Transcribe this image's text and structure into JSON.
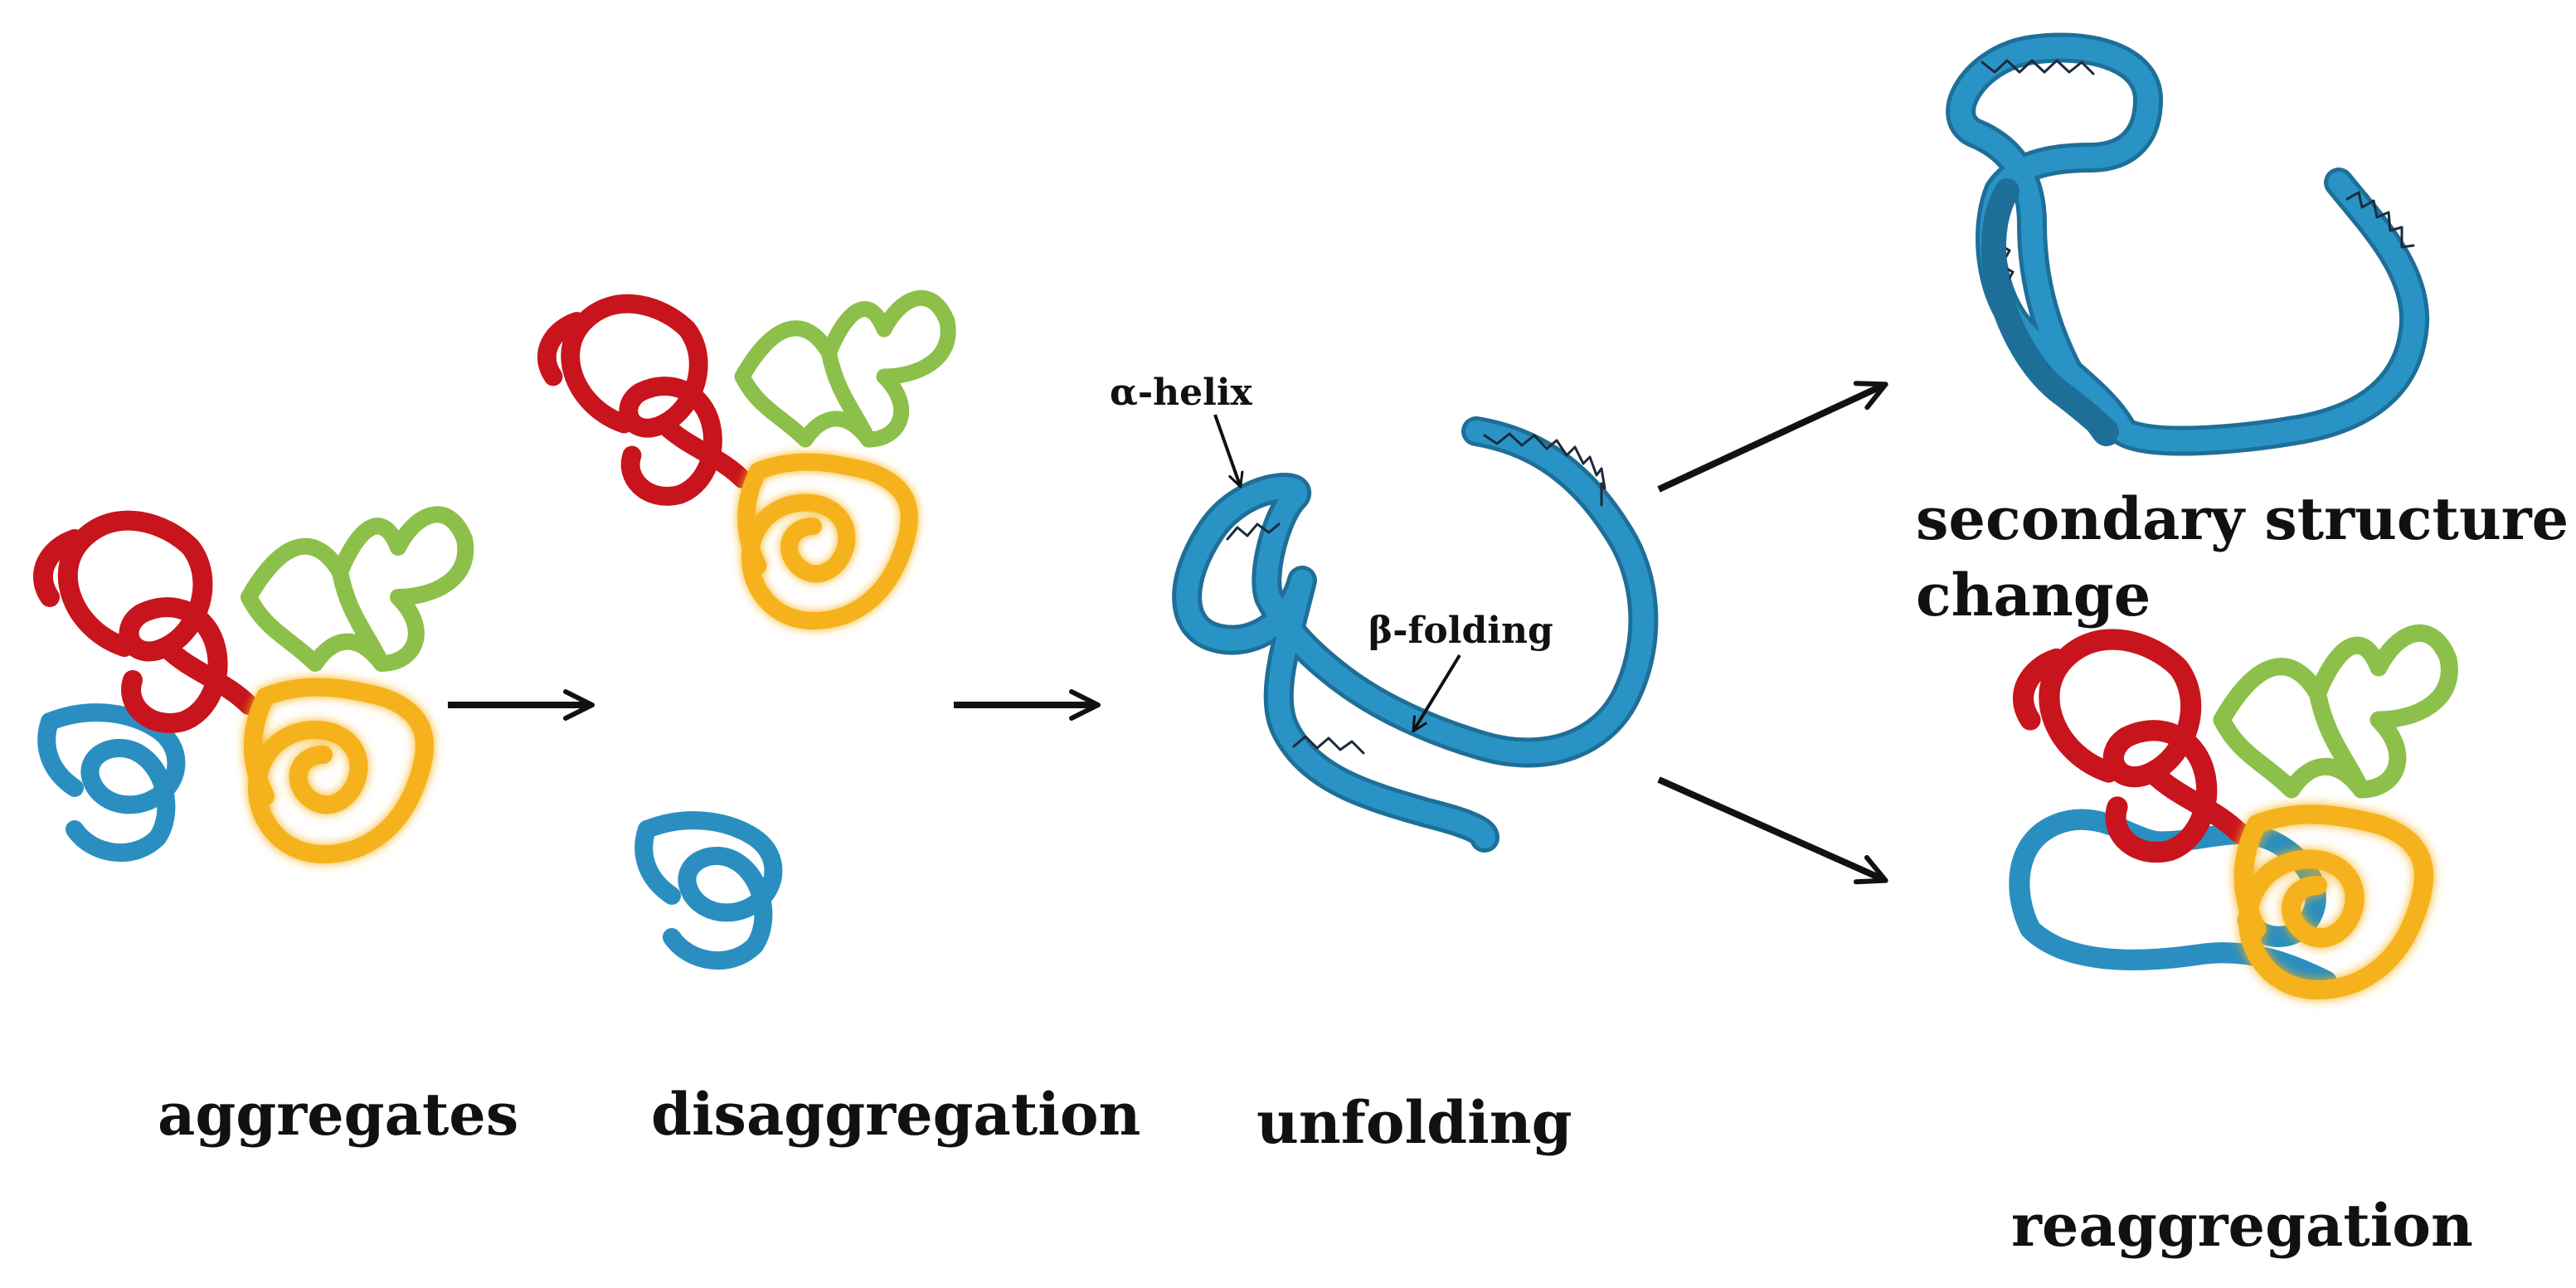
{
  "labels": {
    "aggregates": "aggregates",
    "disaggregation": "disaggregation",
    "unfolding": "unfolding",
    "secondary_line1": "secondary structure",
    "secondary_line2": "change",
    "reaggregation": "reaggregation",
    "alpha_helix": "α-helix",
    "beta_folding": "β-folding"
  },
  "colors": {
    "red": "#c8141c",
    "green": "#8cc04a",
    "yellow": "#f5b21a",
    "blue": "#2a8fc0",
    "helix_mark": "#1d2a3a",
    "arrow": "#111111"
  }
}
